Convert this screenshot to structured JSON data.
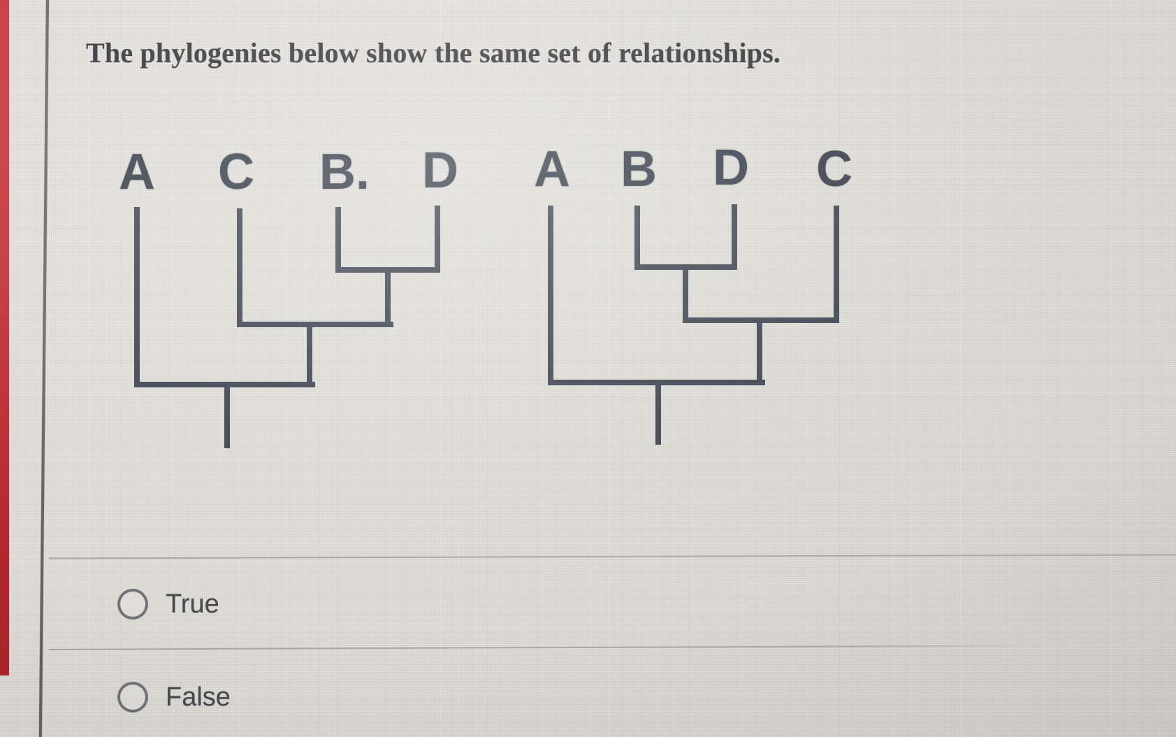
{
  "question": {
    "text": "The phylogenies below show the same set of relationships."
  },
  "trees": {
    "left": {
      "tips": [
        "A",
        "C",
        "B.",
        "D"
      ],
      "topology": "(A,(C,(B,D)))"
    },
    "right": {
      "tips": [
        "A",
        "B",
        "D",
        "C"
      ],
      "topology": "(A,((B,D),C))"
    }
  },
  "options": [
    {
      "label": "True",
      "selected": false
    },
    {
      "label": "False",
      "selected": false
    }
  ],
  "colors": {
    "background": "#d8d7d0",
    "tree_line": "#3a424e",
    "tip_label": "#303844",
    "title_text": "#2a2c30",
    "option_text": "#46494d",
    "divider": "#7d7d76",
    "left_edge_red": "#c02a2e"
  }
}
